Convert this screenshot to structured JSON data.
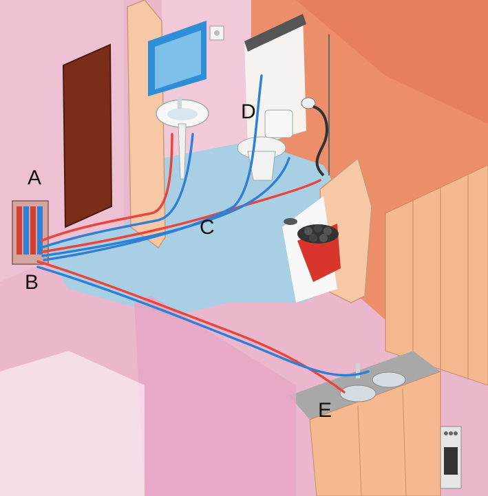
{
  "labels": {
    "a": "A",
    "b": "B",
    "c": "C",
    "d": "D",
    "e": "E"
  },
  "palette": {
    "hot_pipe": "#e8463c",
    "cold_pipe": "#2f7fd6",
    "floor_wet_zone": "#a9cfe4",
    "wall_pink": "#e9b9cf",
    "wall_salmon": "#ec8e6a",
    "wood_cabinet": "#f4b98e",
    "door_brown": "#7a2e1a"
  },
  "icons": [
    "wash-basin-icon",
    "mirror-cabinet-icon",
    "toilet-icon",
    "shower-head-icon",
    "sauna-stove-icon",
    "kitchen-sink-icon",
    "floor-drain-icon",
    "manifold-cabinet-icon",
    "stove-oven-icon"
  ]
}
